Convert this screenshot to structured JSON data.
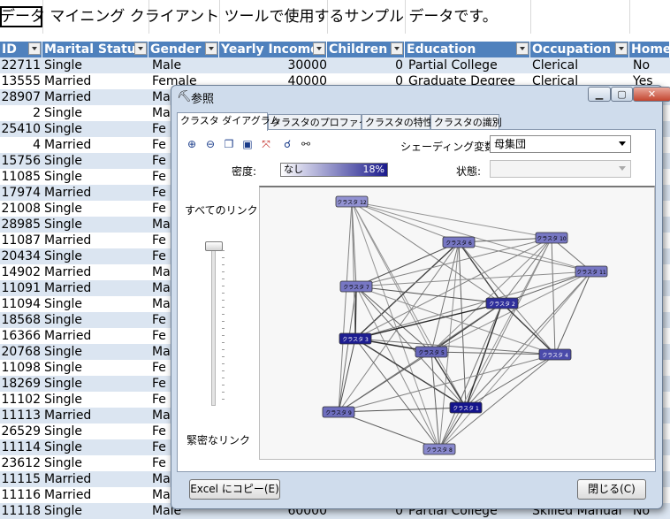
{
  "sheet": {
    "title": "データ マイニング クライアント ツールで使用するサンプル データです。",
    "headers": [
      "ID",
      "Marital Status",
      "Gender",
      "Yearly Income",
      "Children",
      "Education",
      "Occupation",
      "Home"
    ],
    "rows": [
      [
        "22711",
        "Single",
        "Male",
        "30000",
        "0",
        "Partial College",
        "Clerical",
        "No"
      ],
      [
        "13555",
        "Married",
        "Female",
        "40000",
        "0",
        "Graduate Degree",
        "Clerical",
        "Yes"
      ],
      [
        "28907",
        "Married",
        "Ma",
        "",
        "",
        "",
        "",
        ""
      ],
      [
        "2",
        "Single",
        "Ma",
        "",
        "",
        "",
        "",
        ""
      ],
      [
        "25410",
        "Single",
        "Fe",
        "",
        "",
        "",
        "",
        ""
      ],
      [
        "4",
        "Married",
        "Fe",
        "",
        "",
        "",
        "",
        ""
      ],
      [
        "15756",
        "Single",
        "Fe",
        "",
        "",
        "",
        "",
        ""
      ],
      [
        "11085",
        "Single",
        "Fe",
        "",
        "",
        "",
        "",
        ""
      ],
      [
        "17974",
        "Married",
        "Fe",
        "",
        "",
        "",
        "",
        ""
      ],
      [
        "21008",
        "Single",
        "Fe",
        "",
        "",
        "",
        "",
        ""
      ],
      [
        "28985",
        "Single",
        "Ma",
        "",
        "",
        "",
        "",
        ""
      ],
      [
        "11087",
        "Married",
        "Fe",
        "",
        "",
        "",
        "",
        ""
      ],
      [
        "20434",
        "Single",
        "Fe",
        "",
        "",
        "",
        "",
        ""
      ],
      [
        "14902",
        "Married",
        "Ma",
        "",
        "",
        "",
        "",
        ""
      ],
      [
        "11091",
        "Married",
        "Ma",
        "",
        "",
        "",
        "",
        ""
      ],
      [
        "11094",
        "Single",
        "Ma",
        "",
        "",
        "",
        "",
        ""
      ],
      [
        "18568",
        "Single",
        "Fe",
        "",
        "",
        "",
        "",
        ""
      ],
      [
        "16366",
        "Married",
        "Fe",
        "",
        "",
        "",
        "",
        ""
      ],
      [
        "20768",
        "Single",
        "Ma",
        "",
        "",
        "",
        "",
        ""
      ],
      [
        "11098",
        "Single",
        "Fe",
        "",
        "",
        "",
        "",
        ""
      ],
      [
        "18269",
        "Single",
        "Fe",
        "",
        "",
        "",
        "",
        ""
      ],
      [
        "11102",
        "Single",
        "Fe",
        "",
        "",
        "",
        "",
        ""
      ],
      [
        "11113",
        "Married",
        "Ma",
        "",
        "",
        "",
        "",
        ""
      ],
      [
        "26529",
        "Single",
        "Fe",
        "",
        "",
        "",
        "",
        ""
      ],
      [
        "11114",
        "Single",
        "Fe",
        "",
        "",
        "",
        "",
        ""
      ],
      [
        "23612",
        "Single",
        "Fe",
        "",
        "",
        "",
        "",
        ""
      ],
      [
        "11115",
        "Married",
        "Ma",
        "",
        "",
        "",
        "",
        ""
      ],
      [
        "11116",
        "Married",
        "Ma",
        "",
        "",
        "",
        "",
        ""
      ],
      [
        "11118",
        "Single",
        "Male",
        "60000",
        "0",
        "Partial College",
        "Skilled Manual",
        "No"
      ]
    ]
  },
  "dialog": {
    "title": "参照",
    "tabs": [
      "クラスタ ダイアグラム",
      "クラスタのプロファイル",
      "クラスタの特性",
      "クラスタの識別"
    ],
    "shading_label": "シェーディング変数:",
    "shading_value": "母集団",
    "state_label": "状態:",
    "state_value": "",
    "density_label": "密度:",
    "density_min": "なし",
    "density_max": "18%",
    "all_links": "すべてのリンク",
    "strong_links": "緊密なリンク",
    "copy_button": "Excel にコピー(E)",
    "close_button": "閉じる(C)",
    "toolbar_icons": [
      "zoom-in-icon",
      "zoom-out-icon",
      "copy-icon",
      "paste-icon",
      "fit-icon",
      "find-icon",
      "layout-icon"
    ],
    "clusters": [
      {
        "label": "クラスタ 12",
        "shade": 0.3
      },
      {
        "label": "クラスタ 6",
        "shade": 0.45
      },
      {
        "label": "クラスタ 10",
        "shade": 0.45
      },
      {
        "label": "クラスタ 11",
        "shade": 0.45
      },
      {
        "label": "クラスタ 7",
        "shade": 0.45
      },
      {
        "label": "クラスタ 2",
        "shade": 0.85
      },
      {
        "label": "クラスタ 3",
        "shade": 0.95
      },
      {
        "label": "クラスタ 5",
        "shade": 0.55
      },
      {
        "label": "クラスタ 4",
        "shade": 0.7
      },
      {
        "label": "クラスタ 9",
        "shade": 0.5
      },
      {
        "label": "クラスタ 1",
        "shade": 1.0
      },
      {
        "label": "クラスタ 8",
        "shade": 0.35
      }
    ]
  }
}
